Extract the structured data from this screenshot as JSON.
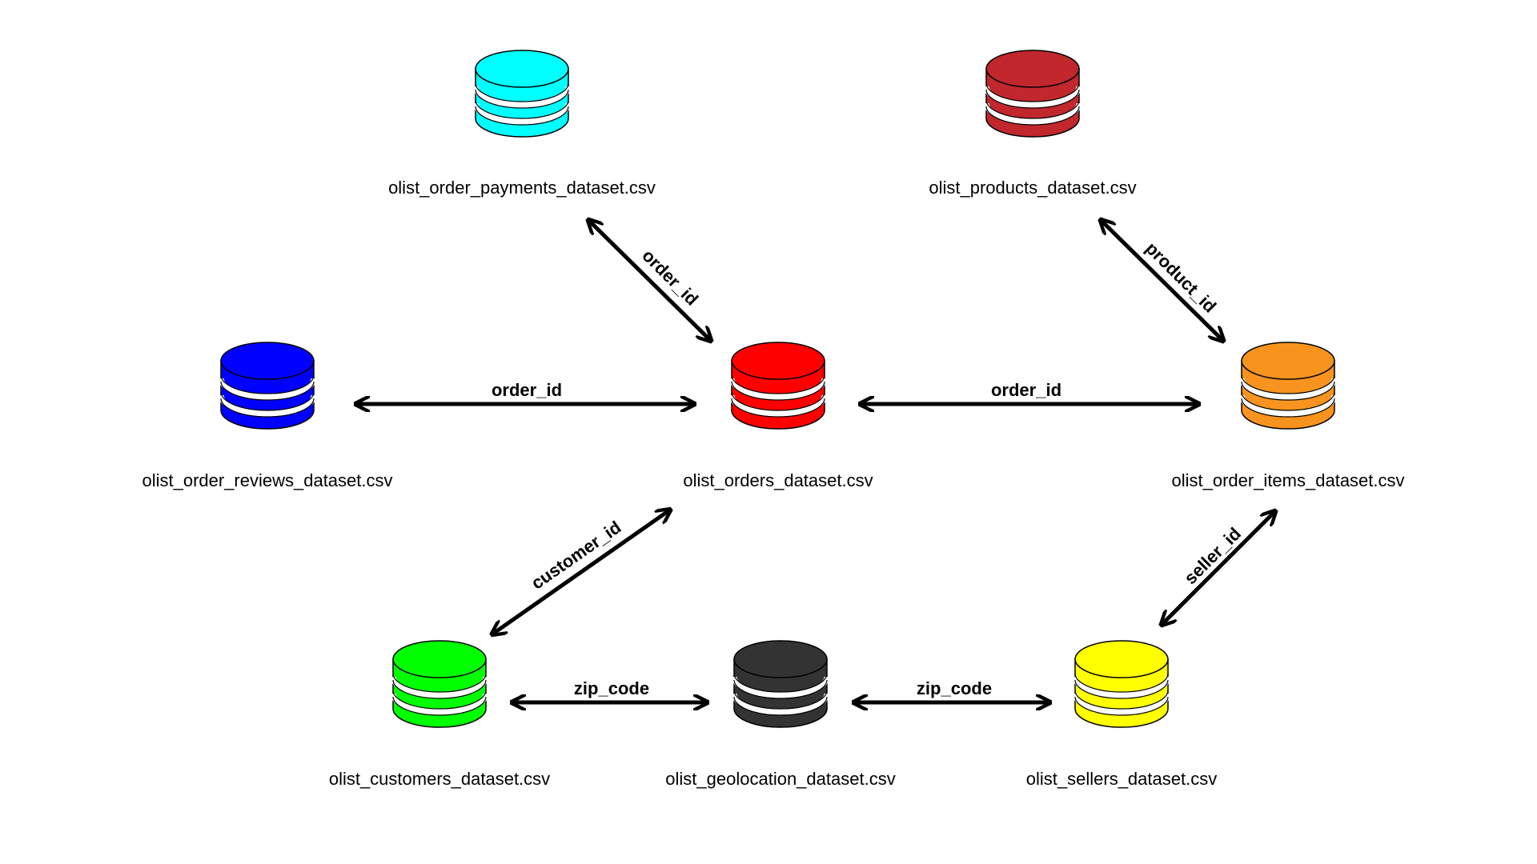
{
  "nodes": [
    {
      "id": "payments",
      "label": "olist_order_payments_dataset.csv",
      "color": "#00ffff",
      "icon": "database-icon"
    },
    {
      "id": "products",
      "label": "olist_products_dataset.csv",
      "color": "#c1272d",
      "icon": "database-icon"
    },
    {
      "id": "reviews",
      "label": "olist_order_reviews_dataset.csv",
      "color": "#0000ff",
      "icon": "database-icon"
    },
    {
      "id": "orders",
      "label": "olist_orders_dataset.csv",
      "color": "#ff0000",
      "icon": "database-icon"
    },
    {
      "id": "items",
      "label": "olist_order_items_dataset.csv",
      "color": "#f7931e",
      "icon": "database-icon"
    },
    {
      "id": "customers",
      "label": "olist_customers_dataset.csv",
      "color": "#00ff00",
      "icon": "database-icon"
    },
    {
      "id": "geolocation",
      "label": "olist_geolocation_dataset.csv",
      "color": "#333333",
      "icon": "database-icon"
    },
    {
      "id": "sellers",
      "label": "olist_sellers_dataset.csv",
      "color": "#ffff00",
      "icon": "database-icon"
    }
  ],
  "edges": [
    {
      "id": "payments-orders",
      "from": "payments",
      "to": "orders",
      "label": "order_id",
      "arrows": "both"
    },
    {
      "id": "products-items",
      "from": "products",
      "to": "items",
      "label": "product_id",
      "arrows": "both"
    },
    {
      "id": "reviews-orders",
      "from": "reviews",
      "to": "orders",
      "label": "order_id",
      "arrows": "both"
    },
    {
      "id": "orders-items",
      "from": "orders",
      "to": "items",
      "label": "order_id",
      "arrows": "both"
    },
    {
      "id": "customers-orders",
      "from": "customers",
      "to": "orders",
      "label": "customer_id",
      "arrows": "both"
    },
    {
      "id": "sellers-items",
      "from": "sellers",
      "to": "items",
      "label": "seller_id",
      "arrows": "both"
    },
    {
      "id": "customers-geolocation",
      "from": "customers",
      "to": "geolocation",
      "label": "zip_code",
      "arrows": "both"
    },
    {
      "id": "geolocation-sellers",
      "from": "geolocation",
      "to": "sellers",
      "label": "zip_code",
      "arrows": "both"
    }
  ]
}
